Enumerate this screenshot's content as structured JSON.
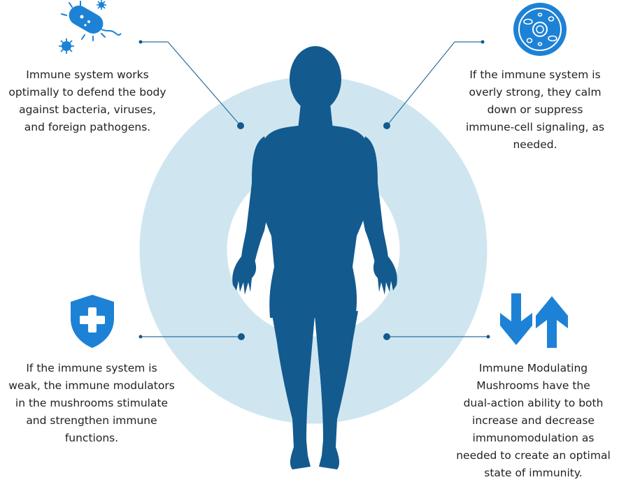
{
  "colors": {
    "primary_blue": "#135a8f",
    "icon_blue": "#1d82d6",
    "ring_light": "#cfe6f0",
    "connector": "#2d6f9e",
    "text": "#222222"
  },
  "icons": {
    "top_left": "bacteria-virus-icon",
    "top_right": "cell-icon",
    "bottom_left": "shield-plus-icon",
    "bottom_right": "up-down-arrows-icon"
  },
  "captions": {
    "top_left": [
      "Immune system works",
      "optimally to defend the body",
      "against bacteria, viruses,",
      "and foreign pathogens."
    ],
    "top_right": [
      "If the immune system is",
      "overly strong, they calm",
      "down or suppress",
      "immune-cell signaling, as",
      "needed."
    ],
    "bottom_left": [
      "If the immune system is",
      "weak, the immune modulators",
      "in the mushrooms stimulate",
      "and strengthen immune",
      "functions."
    ],
    "bottom_right": [
      "Immune Modulating",
      "Mushrooms have the",
      "dual-action ability to both",
      "increase and decrease",
      "immunomodulation as",
      "needed to create an optimal",
      "state of immunity."
    ]
  }
}
